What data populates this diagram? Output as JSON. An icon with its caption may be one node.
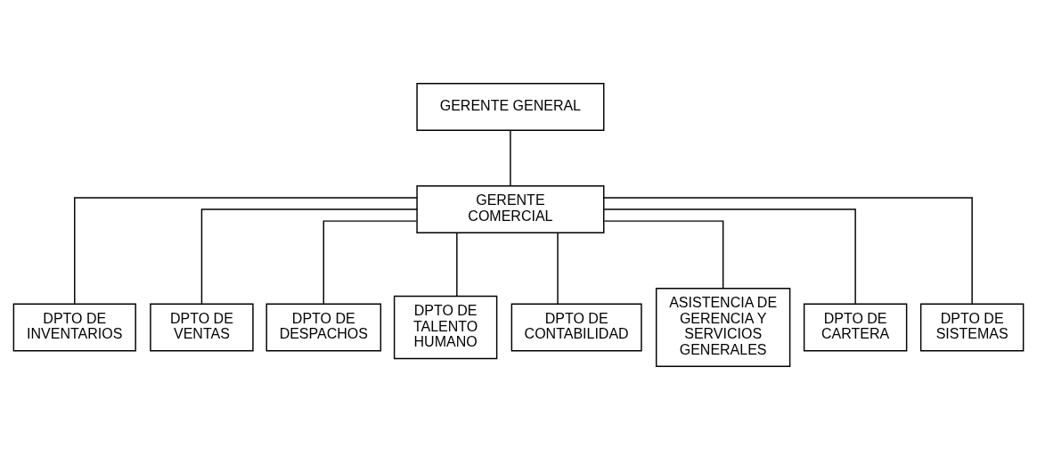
{
  "diagram": {
    "nodes": [
      {
        "text": [
          "GERENTE GENERAL"
        ]
      },
      {
        "text": [
          "GERENTE COMERCIAL"
        ]
      },
      {
        "text": [
          "DPTO DE INVENTARIOS"
        ]
      },
      {
        "text": [
          "DPTO DE VENTAS"
        ]
      },
      {
        "text": [
          "DPTO DE DESPACHOS"
        ]
      },
      {
        "text": [
          "DPTO DE TALENTO HUMANO"
        ]
      },
      {
        "text": [
          "DPTO DE CONTABILIDAD"
        ]
      },
      {
        "text": [
          "ASISTENCIA DE GERENCIA Y SERVICIOS GENERALES"
        ]
      },
      {
        "text": [
          "DPTO DE CARTERA"
        ]
      },
      {
        "text": [
          "DPTO DE SISTEMAS"
        ]
      }
    ],
    "edges": [
      {
        "from": 0,
        "to": 1,
        "arrow": "none"
      },
      {
        "from": 1,
        "to": 2,
        "arrow": "none"
      },
      {
        "from": 1,
        "to": 3,
        "arrow": "none"
      },
      {
        "from": 1,
        "to": 4,
        "arrow": "none"
      },
      {
        "from": 1,
        "to": 5,
        "arrow": "none"
      },
      {
        "from": 1,
        "to": 6,
        "arrow": "none"
      },
      {
        "from": 1,
        "to": 7,
        "arrow": "none"
      },
      {
        "from": 1,
        "to": 8,
        "arrow": "none"
      },
      {
        "from": 1,
        "to": 9,
        "arrow": "none"
      }
    ]
  }
}
